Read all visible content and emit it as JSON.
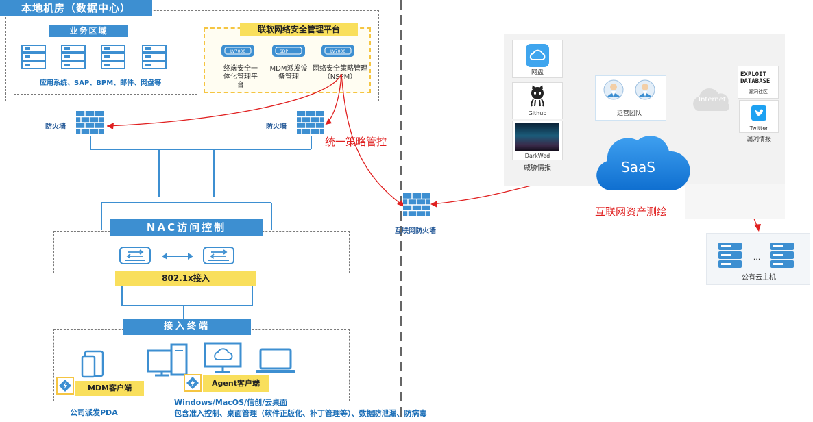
{
  "datacenter": {
    "title": "本地机房（数据中心）",
    "business_zone": {
      "title": "业务区域",
      "apps_label": "应用系统、SAP、BPM、邮件、网盘等"
    },
    "platform": {
      "title": "联软网络安全管理平台",
      "devices": [
        {
          "badge": "LV7000",
          "label": "终端安全一体化管理平台"
        },
        {
          "badge": "SDP",
          "label": "MDM派发设备管理"
        },
        {
          "badge": "LV7000",
          "label": "网络安全策略管理（NSPM）"
        }
      ]
    },
    "firewall_left": "防火墙",
    "firewall_right": "防火墙",
    "unified_policy": "统一策略管控",
    "nac": {
      "title": "NAC访问控制",
      "access": "802.1x接入"
    },
    "endpoints": {
      "title": "接入终端",
      "mdm_client": "MDM客户端",
      "agent_client": "Agent客户端",
      "pda_label": "公司派发PDA",
      "os_line": "Windows/MacOS/信创/云桌面",
      "features_line": "包含准入控制、桌面管理（软件正版化、补丁管理等）、数据防泄漏、防病毒"
    }
  },
  "internet_firewall": "互联网防火墙",
  "saas": {
    "cloud_label": "SaaS",
    "mapping_label": "互联网资产测绘",
    "sources": {
      "netdisk": "网盘",
      "github": "Github",
      "darkweb": "DarkWed",
      "threat_intel": "威胁情报"
    },
    "ops_team": "运营团队",
    "internet": "Internet",
    "exploit_db": {
      "line1": "EXPLOIT",
      "line2": "DATABASE",
      "caption": "漏洞社区"
    },
    "twitter": "Twitter",
    "vuln_intel": "漏洞情报",
    "ellipsis": "...",
    "public_cloud": "公有云主机"
  },
  "colors": {
    "accent_blue": "#3d8fd1",
    "highlight_yellow": "#f9df5c",
    "policy_red": "#e02020"
  }
}
